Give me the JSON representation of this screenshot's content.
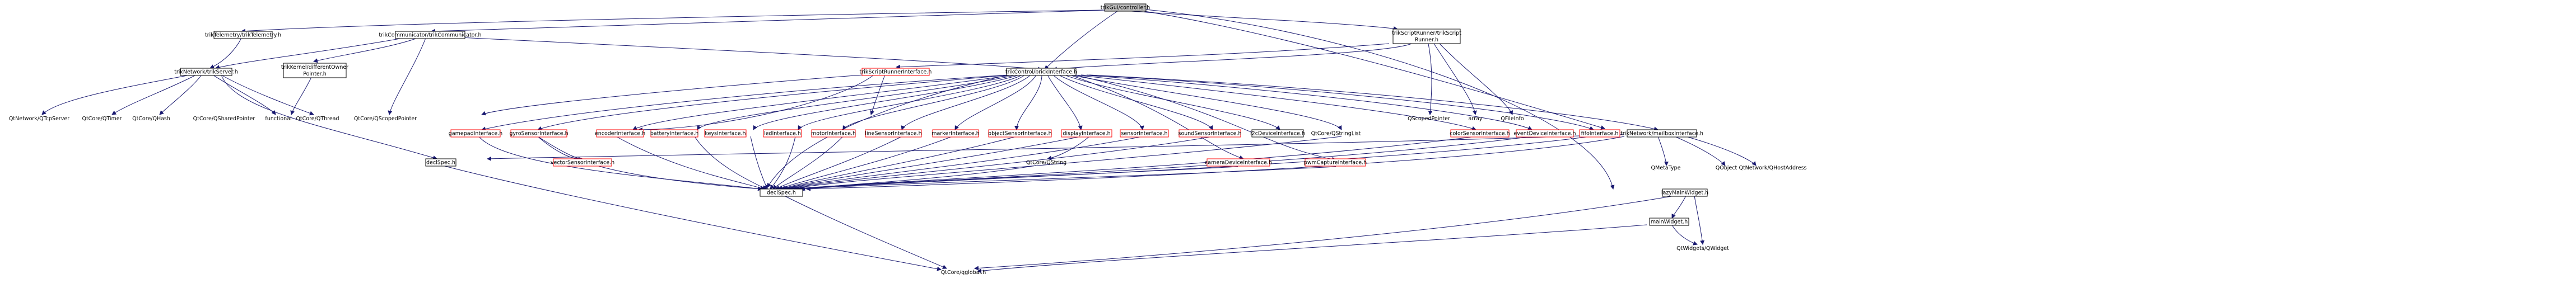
{
  "title": "trikGui/controller.h",
  "colors": {
    "edge": "#191970",
    "box_border": "#000000",
    "undocumented_border": "#ff0000",
    "root_fill": "#bfbfbf"
  },
  "nodes": {
    "controller": {
      "label": "trikGui/controller.h"
    },
    "telemetry": {
      "label": "trikTelemetry/trikTelemetry.h"
    },
    "communicator": {
      "label": "trikCommunicator/trikCommunicator.h"
    },
    "scriptRunner": {
      "label1": "trikScriptRunner/trikScript",
      "label2": "Runner.h"
    },
    "trikServer": {
      "label": "trikNetwork/trikServer.h"
    },
    "kernelOwner": {
      "label1": "trikKernel/differentOwner",
      "label2": "Pointer.h"
    },
    "scriptRunnerInterface": {
      "label": "trikScriptRunnerInterface.h"
    },
    "brickInterface": {
      "label": "trikControl/brickInterface.h"
    },
    "qScopedPointerTop": {
      "label": "QScopedPointer"
    },
    "array": {
      "label": "array"
    },
    "qFileInfo": {
      "label": "QFileInfo"
    },
    "qTcpServer": {
      "label": "QtNetwork/QTcpServer"
    },
    "qTimer": {
      "label": "QtCore/QTimer"
    },
    "qHash": {
      "label": "QtCore/QHash"
    },
    "qSharedPointer": {
      "label": "QtCore/QSharedPointer"
    },
    "functional": {
      "label": "functional"
    },
    "qThread": {
      "label": "QtCore/QThread"
    },
    "qScopedPointerCore": {
      "label": "QtCore/QScopedPointer"
    },
    "gamepad": {
      "label": "gamepadInterface.h"
    },
    "gyro": {
      "label": "gyroSensorInterface.h"
    },
    "encoder": {
      "label": "encoderInterface.h"
    },
    "battery": {
      "label": "batteryInterface.h"
    },
    "keys": {
      "label": "keysInterface.h"
    },
    "led": {
      "label": "ledInterface.h"
    },
    "motor": {
      "label": "motorInterface.h"
    },
    "lineSensor": {
      "label": "lineSensorInterface.h"
    },
    "marker": {
      "label": "markerInterface.h"
    },
    "objectSensor": {
      "label": "objectSensorInterface.h"
    },
    "display": {
      "label": "displayInterface.h"
    },
    "sensor": {
      "label": "sensorInterface.h"
    },
    "soundSensor": {
      "label": "soundSensorInterface.h"
    },
    "i2cDevice": {
      "label": "i2cDeviceInterface.h"
    },
    "qStringList": {
      "label": "QtCore/QStringList"
    },
    "colorSensor": {
      "label": "colorSensorInterface.h"
    },
    "eventDevice": {
      "label": "eventDeviceInterface.h"
    },
    "fifo": {
      "label": "fifoInterface.h"
    },
    "mailbox": {
      "label": "trikNetwork/mailboxInterface.h"
    },
    "lazyMainWidget": {
      "label": "lazyMainWidget.h"
    },
    "declSpecLeft": {
      "label": "declSpec.h"
    },
    "vectorSensor": {
      "label": "vectorSensorInterface.h"
    },
    "qString": {
      "label": "QtCore/QString"
    },
    "cameraDevice": {
      "label": "cameraDeviceInterface.h"
    },
    "pwmCapture": {
      "label": "pwmCaptureInterface.h"
    },
    "qMetaType": {
      "label": "QMetaType"
    },
    "qObject": {
      "label": "QObject"
    },
    "qHostAddress": {
      "label": "QtNetwork/QHostAddress"
    },
    "mainWidget": {
      "label": "mainWidget.h"
    },
    "declSpecMain": {
      "label": "declSpec.h"
    },
    "qWidget": {
      "label": "QtWidgets/QWidget"
    },
    "qGlobal": {
      "label": "QtCore/qglobal.h"
    }
  }
}
